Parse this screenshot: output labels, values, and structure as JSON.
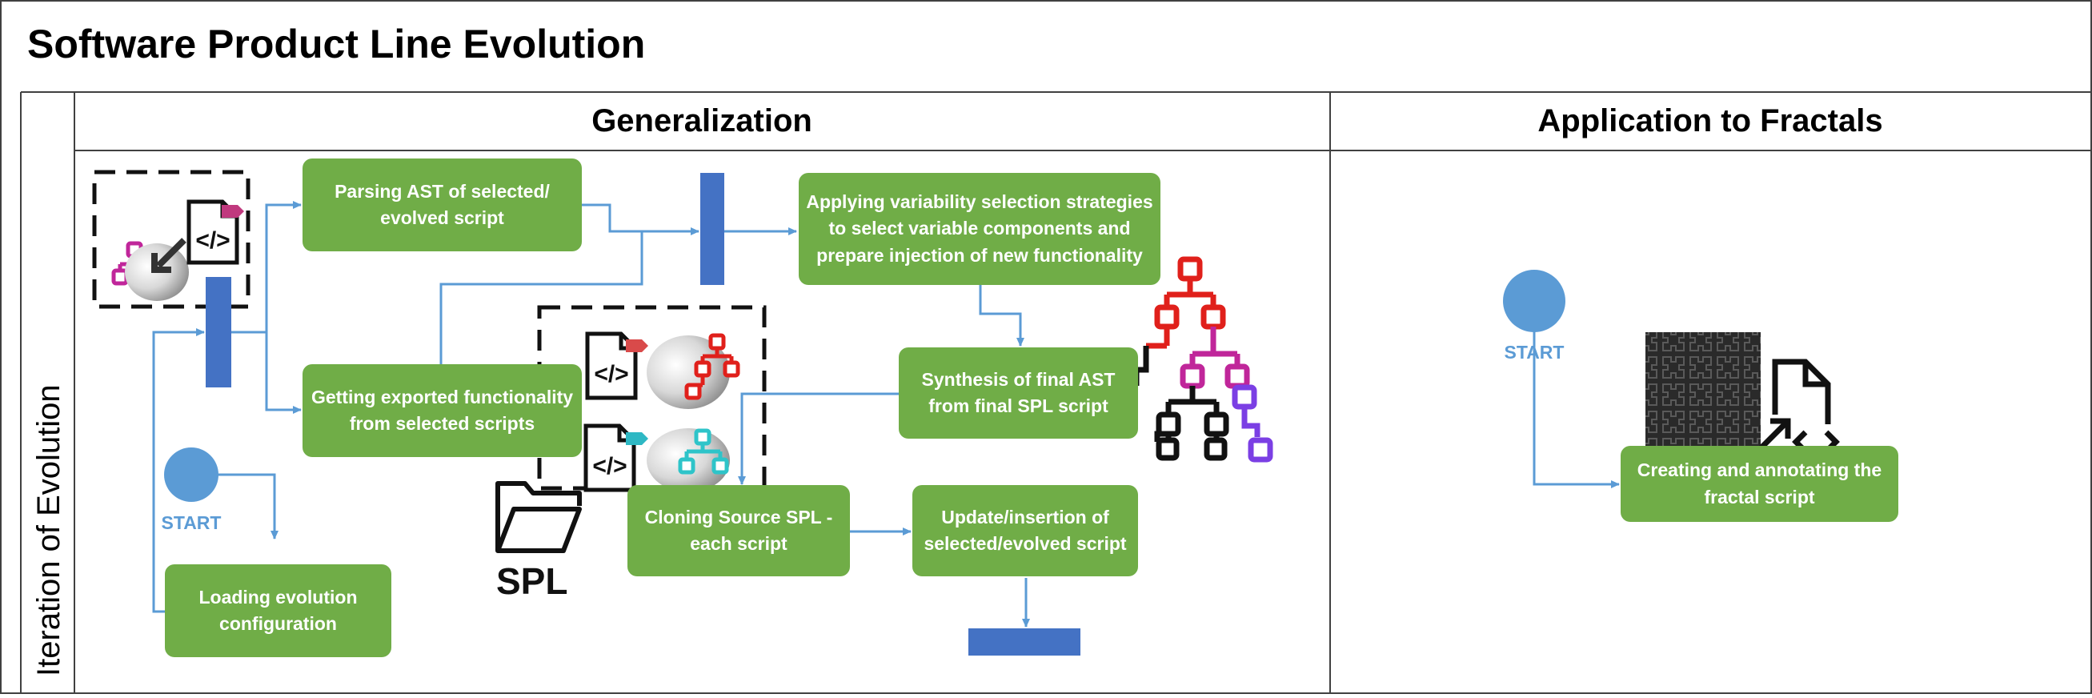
{
  "title": "Software Product Line Evolution",
  "lane_label": "Iteration of Evolution",
  "columns": {
    "generalization": "Generalization",
    "application": "Application to Fractals"
  },
  "start_label": "START",
  "spl_label": "SPL",
  "nodes": {
    "parsing": "Parsing AST of selected/ evolved script",
    "exported": "Getting exported functionality from selected scripts",
    "loading": "Loading evolution configuration",
    "variability": "Applying variability selection strategies to select variable components and prepare injection of new functionality",
    "synthesis": "Synthesis of final AST from final SPL script",
    "cloning": "Cloning Source SPL - each script",
    "update": "Update/insertion of selected/evolved script",
    "creating": "Creating and annotating the fractal script"
  },
  "colors": {
    "node_fill": "#70AD47",
    "bar_fill": "#4472C4",
    "arrow": "#5B9BD5",
    "start_circle": "#5B9BD5",
    "border": "#404040",
    "tag_magenta": "#C0397E",
    "tag_red": "#D94A4A",
    "tag_teal": "#2EB8C4",
    "tree_red": "#E0201B",
    "tree_magenta": "#C0269A",
    "tree_purple": "#7B3FE4",
    "tree_teal": "#2EC4C9",
    "tree_black": "#111111",
    "fractal_bg": "#2A2A2A"
  },
  "icons": [
    "code-file-icon",
    "tree-hierarchy-icon",
    "folder-icon",
    "fractal-image-icon",
    "code-expand-icon"
  ]
}
